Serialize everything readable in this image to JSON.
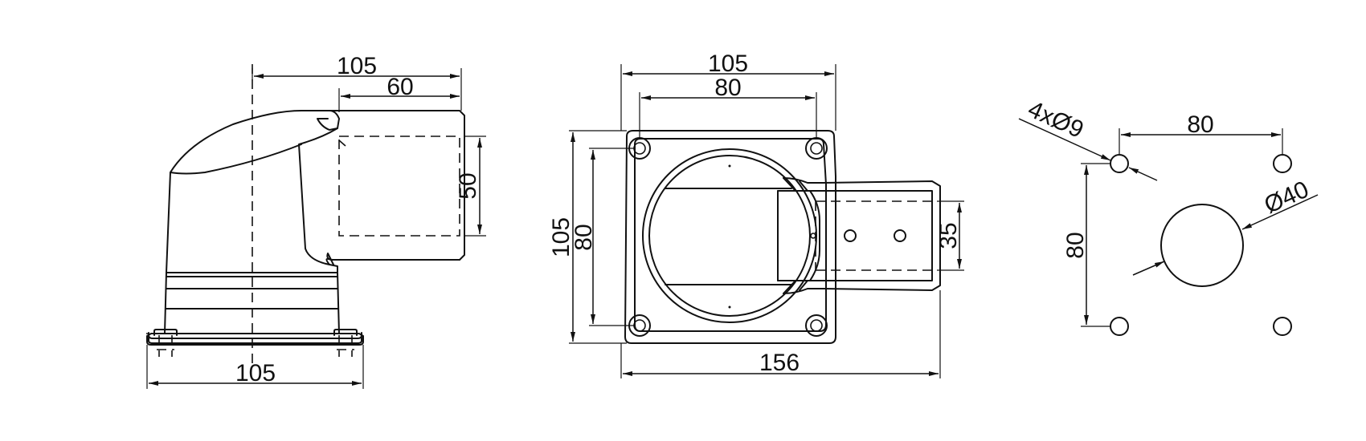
{
  "side_view": {
    "overall_width": "105",
    "arm_length": "60",
    "arm_height": "50",
    "base_width": "105"
  },
  "top_view": {
    "body_width": "105",
    "hole_spacing_x": "80",
    "body_height": "105",
    "hole_spacing_y": "80",
    "arm_height": "35",
    "overall_length": "156"
  },
  "mount_pattern": {
    "hole_callout": "4xØ9",
    "hole_spacing_x": "80",
    "hole_spacing_y": "80",
    "center_bore": "Ø40"
  }
}
